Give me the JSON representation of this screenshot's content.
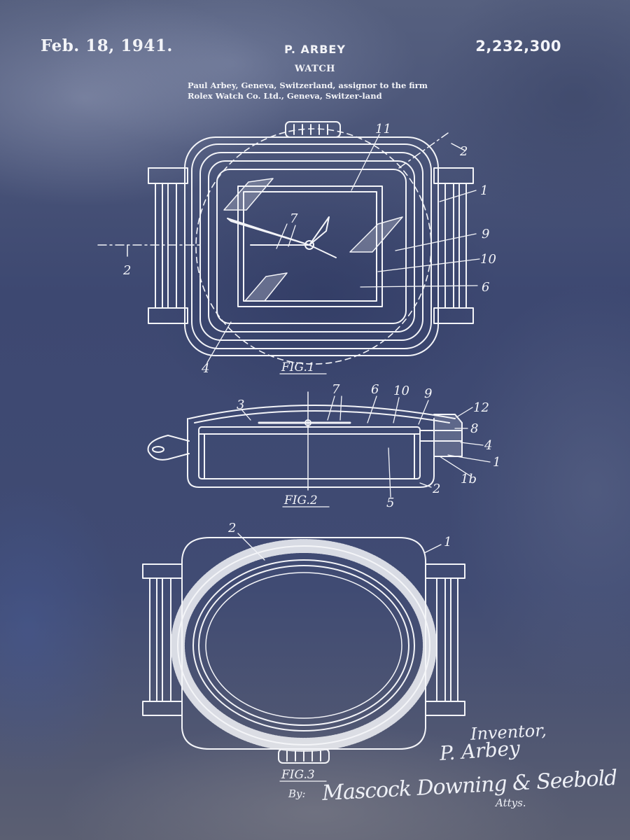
{
  "patent": {
    "date": "Feb. 18, 1941.",
    "inventor_header": "P. ARBEY",
    "number": "2,232,300",
    "title": "WATCH",
    "assignor_text": "Paul Arbey, Geneva, Switzerland, assignor to the firm Rolex Watch Co. Ltd., Geneva, Switzer-land"
  },
  "figures": {
    "fig1": {
      "label": "FIG.1",
      "ref_numbers": [
        "11",
        "2",
        "1",
        "7",
        "9",
        "10",
        "6",
        "2",
        "4"
      ]
    },
    "fig2": {
      "label": "FIG.2",
      "ref_numbers": [
        "3",
        "7",
        "6",
        "10",
        "9",
        "12",
        "8",
        "4",
        "1",
        "1b",
        "2",
        "5"
      ]
    },
    "fig3": {
      "label": "FIG.3",
      "ref_numbers": [
        "2",
        "1"
      ]
    }
  },
  "signature": {
    "inventor_label": "Inventor,",
    "inventor_name": "P. Arbey",
    "by": "By:",
    "attorney": "Mascock Downing & Seebold",
    "attorney_suffix": "Attys."
  },
  "colors": {
    "background": "#3f4a70",
    "line": "#f3f4f8"
  }
}
